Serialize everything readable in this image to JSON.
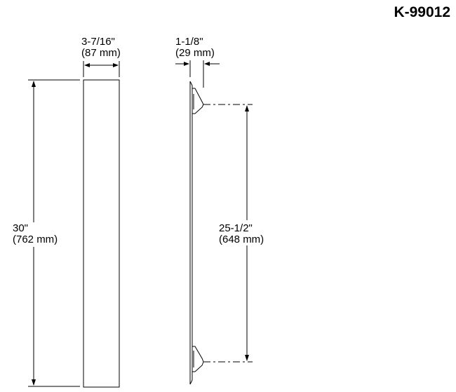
{
  "model_number": "K-99012",
  "dimensions": {
    "width": {
      "imperial": "3-7/16\"",
      "metric": "(87 mm)"
    },
    "depth": {
      "imperial": "1-1/8\"",
      "metric": "(29 mm)"
    },
    "height": {
      "imperial": "30\"",
      "metric": "(762 mm)"
    },
    "mount_spacing": {
      "imperial": "25-1/2\"",
      "metric": "(648 mm)"
    }
  }
}
